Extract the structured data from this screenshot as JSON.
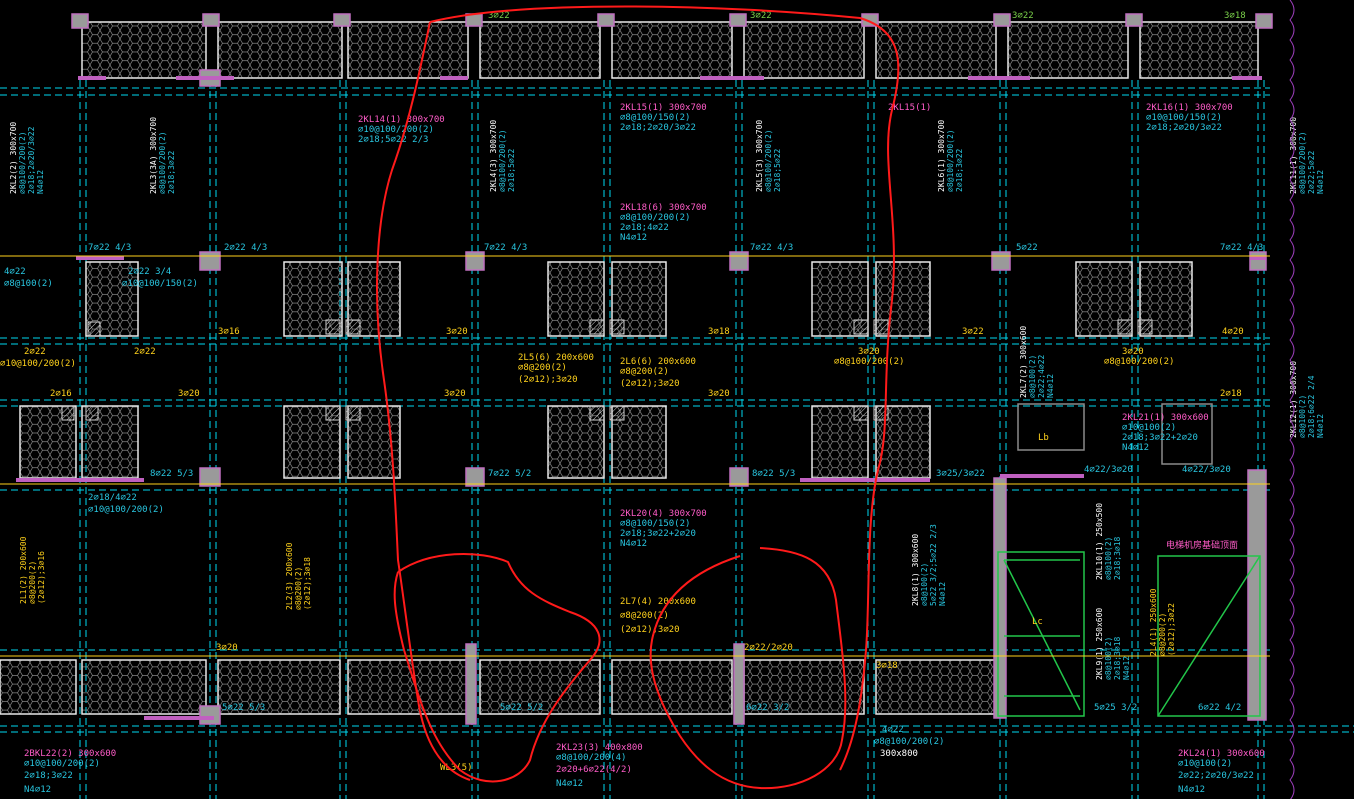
{
  "colors": {
    "background": "#000000",
    "grid_cyan": "#00e5ff",
    "beam_outline": "#e8e8e8",
    "column_magenta": "#d070d0",
    "label_cyan": "#29c6e0",
    "label_green": "#7ad04a",
    "label_yellow": "#ffd21c",
    "label_magenta": "#ff5cc8",
    "markup_red": "#ff1a1a",
    "slab_green": "#22c64a"
  },
  "top_rebar_labels": [
    "3⌀22",
    "3⌀22",
    "3⌀22",
    "3⌀18"
  ],
  "beam_labels": {
    "kl14": [
      "2KL14(1) 300x700",
      "⌀10@100/200(2)",
      "2⌀18;5⌀22 2/3"
    ],
    "kl15": [
      "2KL15(1) 300x700",
      "⌀8@100/150(2)",
      "2⌀18;2⌀20/3⌀22"
    ],
    "kl15b": "2KL15(1)",
    "kl16": [
      "2KL16(1) 300x700",
      "⌀10@100/150(2)",
      "2⌀18;2⌀20/3⌀22"
    ],
    "kl18": [
      "2KL18(6) 300x700",
      "⌀8@100/200(2)",
      "2⌀18;4⌀22",
      "N4⌀12"
    ],
    "kl20": [
      "2KL20(4) 300x700",
      "⌀8@100/150(2)",
      "2⌀18;3⌀22+2⌀20",
      "N4⌀12"
    ],
    "kl21": [
      "2KL21(1) 300x600",
      "⌀10@100(2)",
      "2⌀18;3⌀22+2⌀20",
      "N4⌀12"
    ],
    "kl22": [
      "2BKL22(2) 300x600",
      "⌀10@100/200(2)",
      "2⌀18;3⌀22",
      "N4⌀12"
    ],
    "kl23": [
      "2KL23(3) 400x800",
      "⌀8@100/200(4)",
      "2⌀20+6⌀22(4/2)",
      "N4⌀12"
    ],
    "kl24": [
      "2KL24(1) 300x600",
      "⌀10@100(2)",
      "2⌀22;2⌀20/3⌀22",
      "N4⌀12"
    ],
    "kl2": [
      "2KL2(2) 300x700",
      "⌀8@100/200(2)",
      "2⌀18;2⌀20/3⌀22",
      "N4⌀12"
    ],
    "kl3": [
      "2KL3(3A) 300x700",
      "⌀8@100/200(2)",
      "2⌀18;3⌀22"
    ],
    "kl4": [
      "2KL4(3) 300x700",
      "⌀8@100/200(2)",
      "2⌀18;5⌀22"
    ],
    "kl5": [
      "2KL5(3) 300x700",
      "⌀8@100/200(2)",
      "2⌀18;5⌀22"
    ],
    "kl6": [
      "2KL6(1) 300x700",
      "⌀8@100/200(2)",
      "2⌀18;3⌀22"
    ],
    "kl11": [
      "2KL11(1) 300x700",
      "⌀8@100/200(2)",
      "2⌀22;5⌀22",
      "N4⌀12"
    ],
    "kl8": [
      "2KL8(1) 300x600",
      "⌀8@100(2)",
      "5⌀22 3/2;5⌀22 2/3",
      "N4⌀12"
    ],
    "kl9": [
      "2KL9(1) 250x600",
      "⌀8@100(2)",
      "2⌀18;3⌀18",
      "N4⌀12"
    ],
    "kl10": [
      "2KL10(1) 250x500",
      "⌀8@100(2)",
      "2⌀18;3⌀18"
    ],
    "kl12": [
      "2KL12(1) 300x700",
      "⌀8@100(2)",
      "2⌀18;6⌀22 2/4",
      "N4⌀12"
    ],
    "kl7": [
      "2KL7(2) 300x600",
      "⌀8@100(2)",
      "2⌀22;4⌀22",
      "N4⌀12"
    ],
    "l2": [
      "2L2(3) 200x600",
      "⌀8@200(2)",
      "(2⌀12);3⌀18"
    ],
    "l1": [
      "2L1(2) 200x600",
      "⌀8@200(2)",
      "(2⌀12);3⌀16"
    ],
    "l5": [
      "2L5(6) 200x600",
      "⌀8@200(2)",
      "(2⌀12);3⌀20"
    ],
    "l6": [
      "2L6(6) 200x600",
      "⌀8@200(2)",
      "(2⌀12);3⌀20"
    ],
    "l7": [
      "2L7(4) 200x600",
      "⌀8@200(2)",
      "(2⌀12);3⌀20"
    ],
    "l4": [
      "2L4(1) 250x600",
      "⌀8@200(2)",
      "(2⌀12);3⌀22"
    ],
    "wl3": "WL3(5)"
  },
  "small_labels": {
    "a1": "7⌀22 4/3",
    "a2": "2⌀22 4/3",
    "a3": "7⌀22 4/3",
    "a4": "7⌀22 4/3",
    "a5": "5⌀22",
    "a6": "7⌀22 4/3",
    "b1": "8⌀22 5/3",
    "b2": "7⌀22 5/2",
    "b3": "8⌀22 5/3",
    "b4": "3⌀25/3⌀22",
    "c1": "2⌀18/4⌀22",
    "c2": "⌀10@100/200(2)",
    "d1": "4⌀22",
    "d2": "⌀8@100(2)",
    "d3": "2⌀22 3/4",
    "d4": "⌀10@100/150(2)",
    "e1": "3⌀16",
    "e2": "3⌀20",
    "e3": "3⌀18",
    "e4": "3⌀22",
    "e5": "4⌀20",
    "f1": "2⌀22",
    "f2": "⌀10@100/200(2)",
    "f3": "2⌀22",
    "g1": "2⌀16",
    "g2": "3⌀20",
    "g3": "3⌀20",
    "g4": "3⌀20",
    "g5": "3⌀20",
    "g6": "⌀8@100/200(2)",
    "g7": "3⌀20",
    "g8": "⌀8@100/200(2)",
    "g9": "2⌀18",
    "h1": "3⌀20",
    "h2": "2⌀22/2⌀20",
    "h3": "3⌀18",
    "h4": "5⌀25 3/2",
    "h5": "6⌀22 4/2",
    "h6": "4⌀22",
    "h7": "⌀8@100/200(2)",
    "h8": "300x800",
    "i1": "5⌀22 5/2",
    "i2": "5⌀22 5/3",
    "i3": "6⌀22 3/2",
    "j1": "4⌀22/3⌀20",
    "j2": "4⌀22/3⌀20",
    "lb": "Lb",
    "lc": "Lc",
    "stair_title": "电梯机房基础顶面"
  }
}
